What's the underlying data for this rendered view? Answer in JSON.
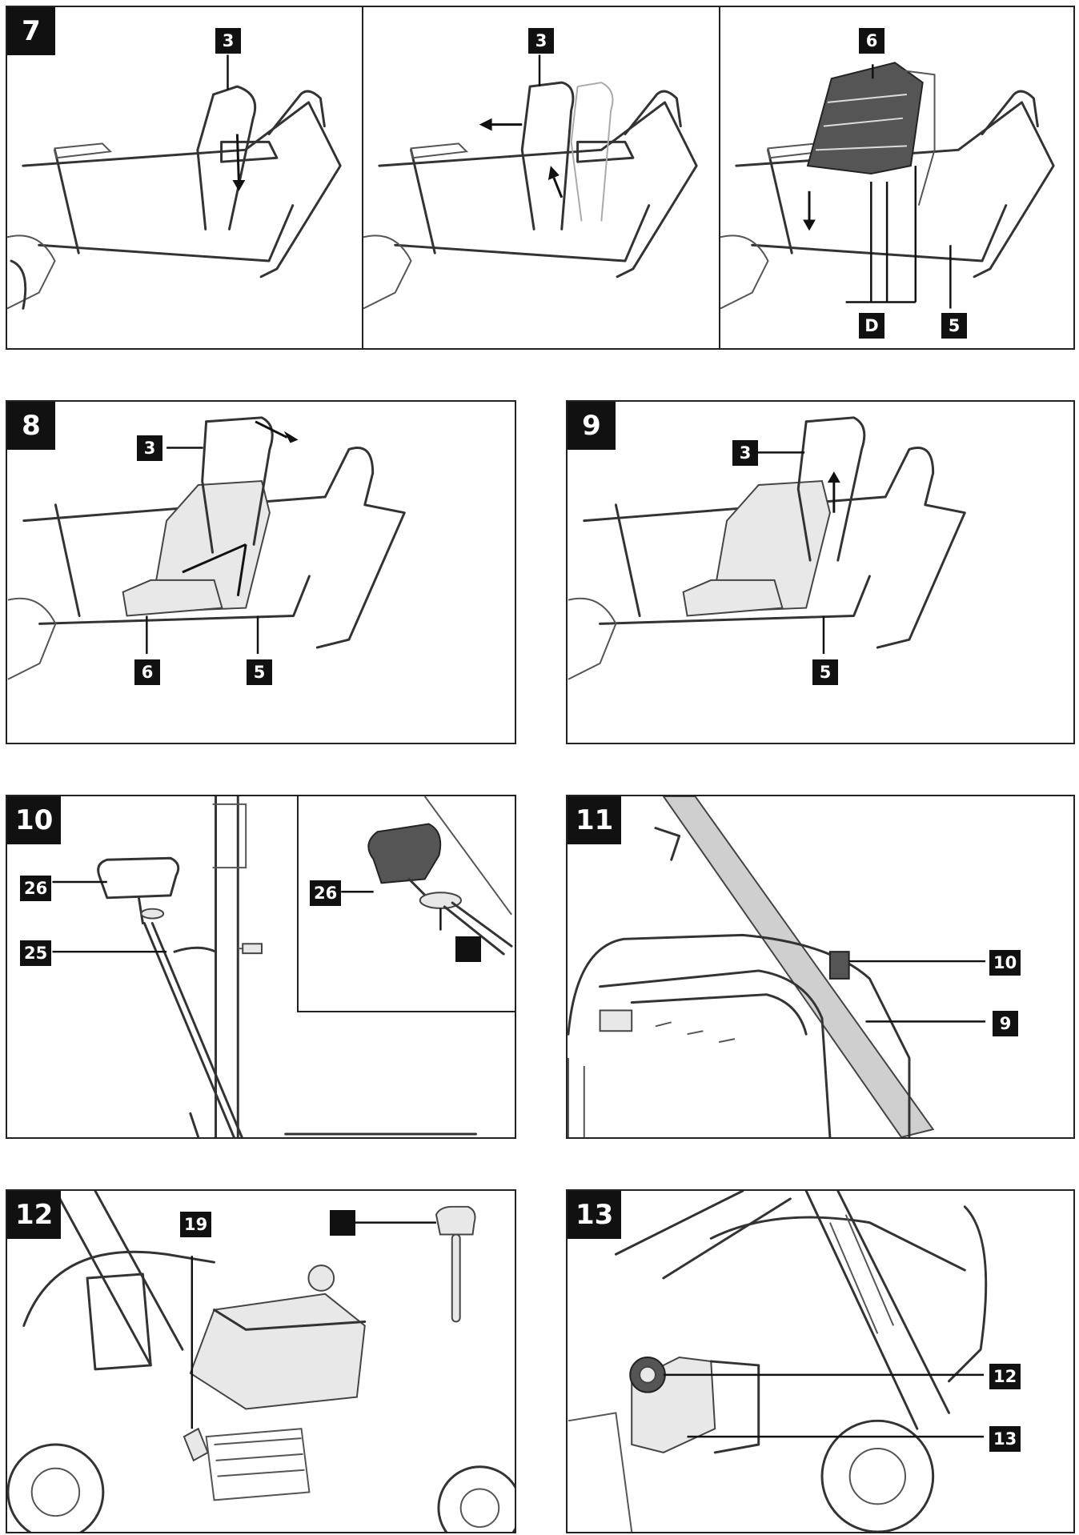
{
  "figures": {
    "fig7a": {
      "number": "7",
      "labels": [
        "3"
      ]
    },
    "fig7b": {
      "labels": [
        "3"
      ]
    },
    "fig7c": {
      "labels": [
        "6",
        "D",
        "5"
      ]
    },
    "fig8": {
      "number": "8",
      "labels": [
        "3",
        "6",
        "5"
      ]
    },
    "fig9": {
      "number": "9",
      "labels": [
        "3",
        "5"
      ]
    },
    "fig10": {
      "number": "10",
      "labels": [
        "26",
        "25",
        "26",
        ""
      ]
    },
    "fig11": {
      "number": "11",
      "labels": [
        "10",
        "9"
      ]
    },
    "fig12": {
      "number": "12",
      "labels": [
        "19",
        ""
      ]
    },
    "fig13": {
      "number": "13",
      "labels": [
        "12",
        "13"
      ]
    }
  }
}
